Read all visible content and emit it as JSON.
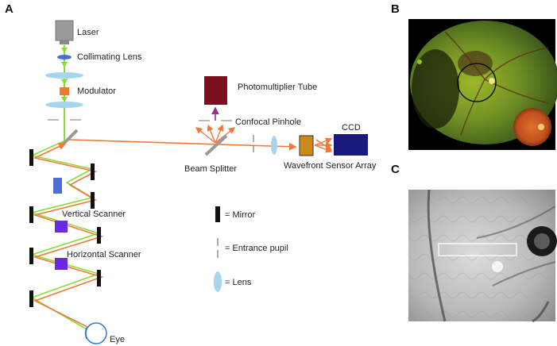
{
  "panels": {
    "a": "A",
    "b": "B",
    "c": "C"
  },
  "labels": {
    "laser": "Laser",
    "collimating_lens": "Collimating Lens",
    "modulator": "Modulator",
    "photomultiplier_tube": "Photomultiplier Tube",
    "confocal_pinhole": "Confocal Pinhole",
    "ccd": "CCD",
    "beam_splitter": "Beam Splitter",
    "wavefront_sensor": "Wavefront Sensor Array",
    "vertical_scanner": "Vertical Scanner",
    "horizontal_scanner": "Horizontal Scanner",
    "eye": "Eye"
  },
  "legend": {
    "mirror": "= Mirror",
    "entrance_pupil": "= Entrance pupil",
    "lens": "= Lens"
  },
  "colors": {
    "illumination_beam": "#88dd33",
    "return_beam": "#f07a3a",
    "lens": "#a9d4ee",
    "modulator": "#f07a2a",
    "pmt": "#7a1020",
    "pmt_arrow": "#8a3a8a",
    "wavefront_sensor": "#c98a1a",
    "ccd": "#1a1a7a",
    "scanner_vertical": "#4a6fd8",
    "scanner_horizontal": "#6a2ae0",
    "mirror": "#111111"
  },
  "icons": {
    "laser": "laser-icon",
    "eye": "eye-icon"
  }
}
